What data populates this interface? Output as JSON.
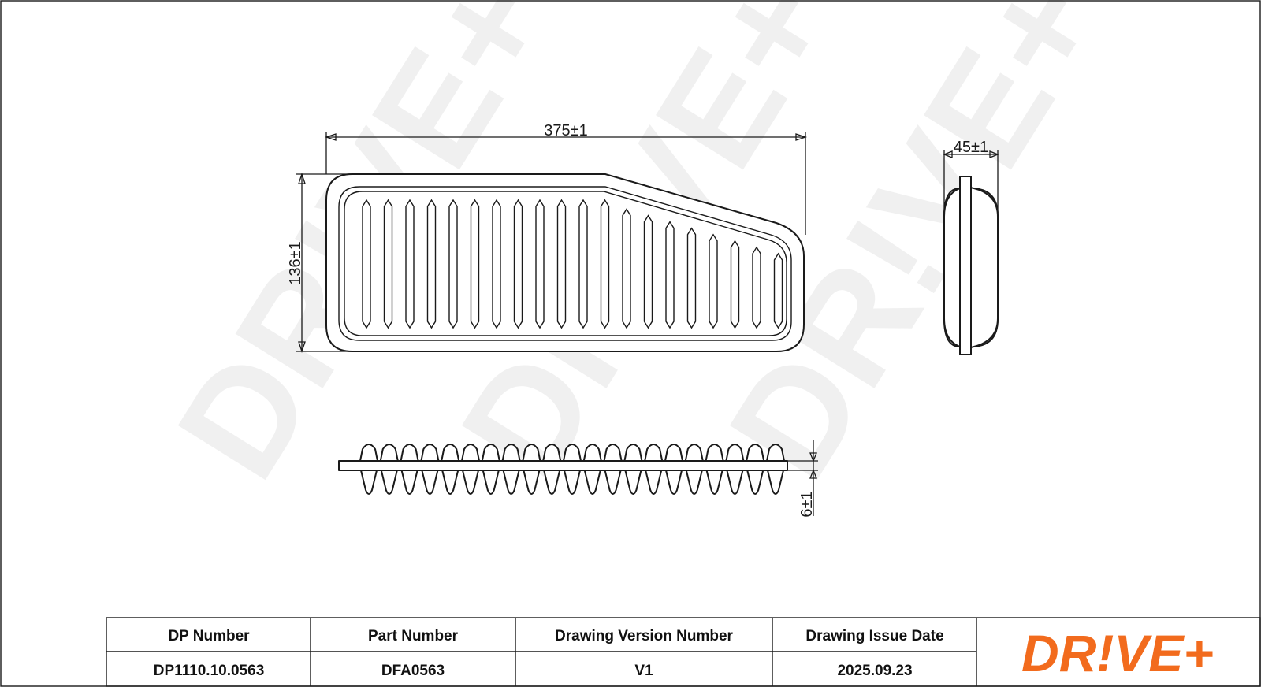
{
  "watermark": "DR!VE+",
  "dimensions": {
    "length": "375±1",
    "width": "136±1",
    "height": "45±1",
    "flange": "6±1"
  },
  "title_block": {
    "headers": [
      "DP Number",
      "Part Number",
      "Drawing Version Number",
      "Drawing Issue Date"
    ],
    "values": [
      "DP1110.10.0563",
      "DFA0563",
      "V1",
      "2025.09.23"
    ]
  },
  "logo": {
    "text": "DR!VE+",
    "color": "#f26b1d"
  }
}
